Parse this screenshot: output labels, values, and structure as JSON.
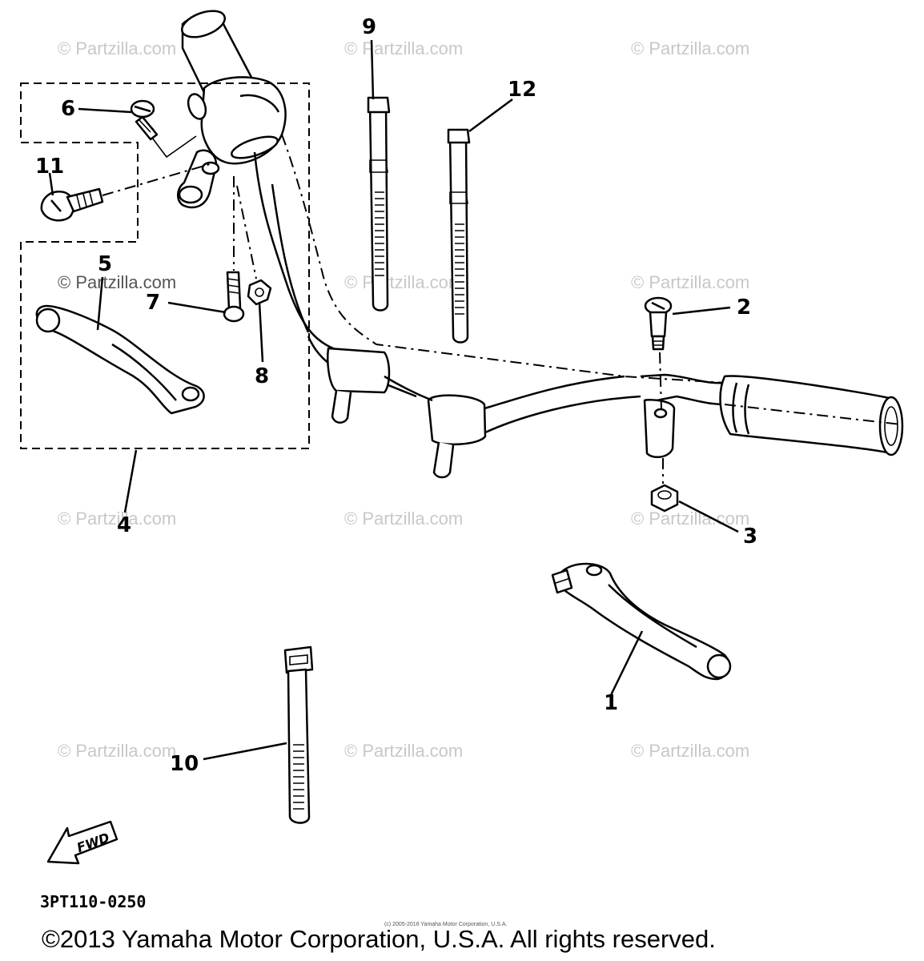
{
  "callouts": {
    "p1": "1",
    "p2": "2",
    "p3": "3",
    "p4": "4",
    "p5": "5",
    "p6": "6",
    "p7": "7",
    "p8": "8",
    "p9": "9",
    "p10": "10",
    "p11": "11",
    "p12": "12"
  },
  "watermark": "© Partzilla.com",
  "diagram_code": "3PT110-0250",
  "small_copyright": "(c) 2005-2016 Yamaha Motor Corporation, U.S.A.",
  "copyright": "©2013 Yamaha Motor Corporation, U.S.A. All rights reserved.",
  "fwd_label": "FWD",
  "icons": {
    "fwd_arrow": "fwd-arrow-icon"
  }
}
